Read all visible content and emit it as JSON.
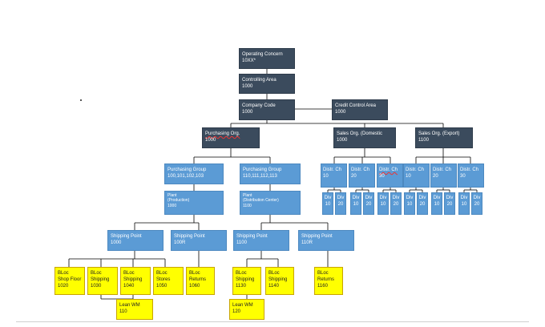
{
  "org": {
    "operating_concern": {
      "line1": "Operating Concern",
      "line2": "10XX*"
    },
    "controlling_area": {
      "line1": "Controlling Area",
      "line2": "1000"
    },
    "company_code": {
      "line1": "Company Code",
      "line2": "1000"
    },
    "credit_control_area": {
      "line1": "Credit Control Area",
      "line2": "1000"
    },
    "purchasing_org": {
      "line1": "Purchasing Org.",
      "line2": "1000"
    },
    "sales_org_domestic": {
      "line1": "Sales Org. (Domestic",
      "line2": "1000"
    },
    "sales_org_export": {
      "line1": "Sales Org. (Export)",
      "line2": "1100"
    },
    "purchasing_group_1": {
      "line1": "Purchasing Group",
      "line2": "100,101,102,103"
    },
    "purchasing_group_2": {
      "line1": "Purchasing Group",
      "line2": "110,111,112,113"
    },
    "plant_1": {
      "line1": "Plant",
      "line2": "(Production)",
      "line3": "1000"
    },
    "plant_2": {
      "line1": "Plant",
      "line2": "(Distribution Center)",
      "line3": "1100"
    },
    "shipping_points": [
      {
        "line1": "Shipping Point",
        "line2": "1000"
      },
      {
        "line1": "Shipping Point",
        "line2": "100R"
      },
      {
        "line1": "Shipping Point",
        "line2": "1100"
      },
      {
        "line1": "Shipping Point",
        "line2": "110R"
      }
    ],
    "distr_channels": [
      {
        "line1": "Distr. Ch",
        "line2": "10"
      },
      {
        "line1": "Distr. Ch",
        "line2": "20"
      },
      {
        "line1": "Distr. Ch",
        "line2": "30"
      },
      {
        "line1": "Distr. Ch",
        "line2": "10"
      },
      {
        "line1": "Distr. Ch",
        "line2": "20"
      },
      {
        "line1": "Distr. Ch",
        "line2": "30"
      }
    ],
    "divisions": [
      {
        "line1": "Div",
        "line2": "10"
      },
      {
        "line1": "Div",
        "line2": "20"
      },
      {
        "line1": "Div",
        "line2": "10"
      },
      {
        "line1": "Div",
        "line2": "20"
      },
      {
        "line1": "Div",
        "line2": "10"
      },
      {
        "line1": "Div",
        "line2": "20"
      },
      {
        "line1": "Div",
        "line2": "10"
      },
      {
        "line1": "Div",
        "line2": "20"
      },
      {
        "line1": "Div",
        "line2": "10"
      },
      {
        "line1": "Div",
        "line2": "20"
      },
      {
        "line1": "Div",
        "line2": "10"
      },
      {
        "line1": "Div",
        "line2": "20"
      }
    ],
    "storage_locations": [
      {
        "line1": "BLoc",
        "line2": "Shop Floor",
        "line3": "1020"
      },
      {
        "line1": "BLoc",
        "line2": "Shipping",
        "line3": "1030"
      },
      {
        "line1": "BLoc",
        "line2": "Shipping",
        "line3": "1040"
      },
      {
        "line1": "BLoc",
        "line2": "Stores",
        "line3": "1050"
      },
      {
        "line1": "BLoc",
        "line2": "Returns",
        "line3": "1060"
      },
      {
        "line1": "BLoc",
        "line2": "Shipping",
        "line3": "1130"
      },
      {
        "line1": "BLoc",
        "line2": "Shipping",
        "line3": "1140"
      },
      {
        "line1": "BLoc",
        "line2": "Returns",
        "line3": "1160"
      }
    ],
    "lean_wm": [
      {
        "line1": "Lean WM",
        "line2": "110"
      },
      {
        "line1": "Lean WM",
        "line2": "120"
      }
    ]
  },
  "colors": {
    "dark": "#3b4b5d",
    "blue": "#5b9bd5",
    "yellow": "#ffff00"
  }
}
